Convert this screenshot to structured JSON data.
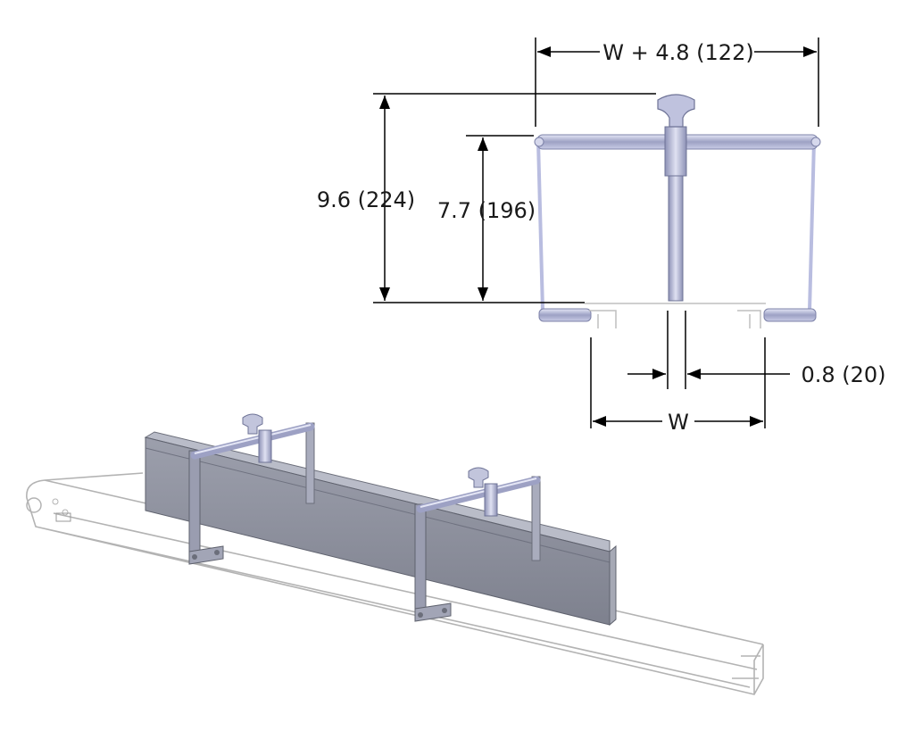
{
  "dimensions": {
    "width_top": "W + 4.8 (122)",
    "height_overall": "9.6 (224)",
    "height_inner": "7.7 (196)",
    "gap": "0.8 (20)",
    "width_base": "W"
  },
  "colors": {
    "rail": "#c7cbe6",
    "rail_dark": "#8e92b0",
    "panel_front": "#8a8d99",
    "panel_top": "#b8bbc7",
    "panel_edge": "#6b6e7a",
    "conveyor_outline": "#b0b0b0",
    "dim_line": "#000000"
  }
}
